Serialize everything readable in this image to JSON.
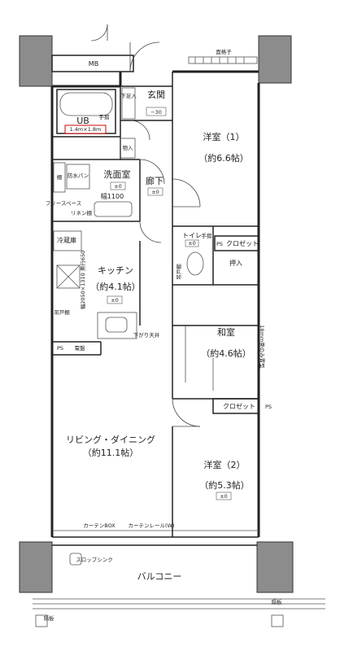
{
  "rooms": {
    "western1_name": "洋室（1）",
    "western1_size": "（約6.6帖）",
    "entrance": "玄関",
    "entrance_level": "−30",
    "shoe_storage": "下足入",
    "bath": "UB",
    "bath_size": "1.4m×1.8m",
    "bath_rail": "手摺",
    "storage": "物入",
    "washroom": "洗面室",
    "washroom_level": "±0",
    "washroom_width": "幅1100",
    "corridor": "廊下",
    "corridor_level": "±0",
    "waterproof_pan": "防水パン",
    "shelf": "棚",
    "free_space": "フリースペース",
    "linen_shelf": "リネン棚",
    "fridge": "冷蔵庫",
    "kitchen": "キッチン",
    "kitchen_size": "（約4.1帖）",
    "kitchen_level": "±0",
    "kitchen_note": "幅2050×1310 奥行650",
    "hanging_shelf": "吊戸棚",
    "dropped_ceiling": "下がり天井",
    "electric_meter": "電盤",
    "ps": "PS",
    "toilet": "トイレ",
    "toilet_level": "±0",
    "toilet_rail": "手摺",
    "closet": "クロゼット",
    "oshiire": "押入",
    "washitsu": "和室",
    "washitsu_size": "（約4.6帖）",
    "tatami_note": "18mm畳のみ置型",
    "living": "リビング・ダイニング",
    "living_size": "（約11.1帖）",
    "western2_name": "洋室（2）",
    "western2_size": "（約5.3帖）",
    "western2_level": "±0",
    "curtain_box": "カーテンBOX",
    "curtain_rail": "カーテンレール(W)",
    "slop_sink": "スロップシンク",
    "balcony": "バルコニー",
    "mb": "MB",
    "rail_top": "面格子",
    "partition_left": "隔板",
    "partition_right": "隔板"
  },
  "symbols": {
    "appliance": "range-hood-icon",
    "sink": "sink-icon",
    "bathtub": "bathtub-icon",
    "toilet": "toilet-icon"
  }
}
